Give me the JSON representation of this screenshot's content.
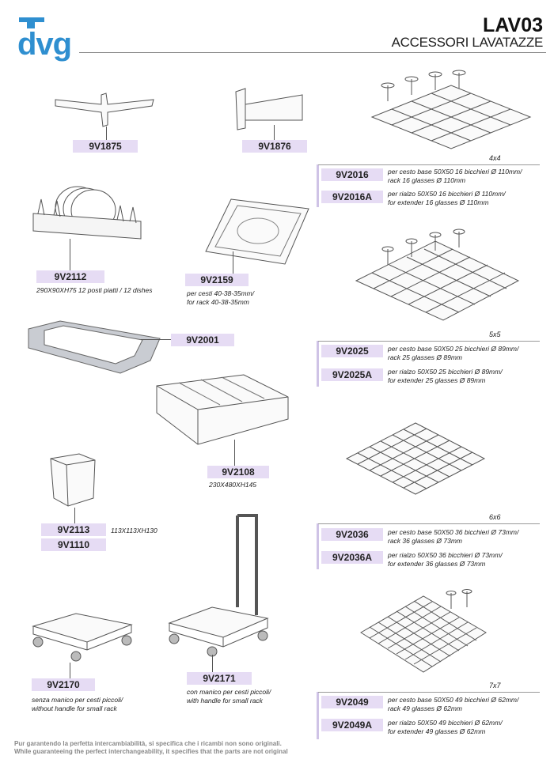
{
  "header": {
    "brand": "dvg",
    "code": "LAV03",
    "title": "ACCESSORI LAVATAZZE"
  },
  "colors": {
    "brand_blue": "#2f8fd0",
    "code_bg": "#e6dcf4"
  },
  "left_items": {
    "i9V1875": {
      "code": "9V1875"
    },
    "i9V1876": {
      "code": "9V1876"
    },
    "i9V2112": {
      "code": "9V2112",
      "desc": "290X90XH75 12 posti piatti / 12 dishes"
    },
    "i9V2159": {
      "code": "9V2159",
      "desc1": "per cesti 40-38-35mm/",
      "desc2": "for rack 40-38-35mm"
    },
    "i9V2001": {
      "code": "9V2001"
    },
    "i9V2108": {
      "code": "9V2108",
      "desc": "230X480XH145"
    },
    "i9V2113": {
      "code": "9V2113",
      "desc": "113X113XH130"
    },
    "i9V1110": {
      "code": "9V1110"
    },
    "i9V2170": {
      "code": "9V2170",
      "desc1": "senza manico per cesti piccoli/",
      "desc2": "without handle for small rack"
    },
    "i9V2171": {
      "code": "9V2171",
      "desc1": "con manico per cesti piccoli/",
      "desc2": "with handle for small rack"
    }
  },
  "grids": [
    {
      "label": "4x4",
      "rows": [
        {
          "code": "9V2016",
          "l1": "per cesto base 50X50 16 bicchieri Ø 110mm/",
          "l2": "rack 16 glasses Ø 110mm"
        },
        {
          "code": "9V2016A",
          "l1": "per rialzo 50X50 16 bicchieri Ø 110mm/",
          "l2": "for extender 16 glasses Ø 110mm"
        }
      ]
    },
    {
      "label": "5x5",
      "rows": [
        {
          "code": "9V2025",
          "l1": "per cesto base 50X50 25 bicchieri Ø 89mm/",
          "l2": "rack 25 glasses Ø 89mm"
        },
        {
          "code": "9V2025A",
          "l1": "per rialzo 50X50 25 bicchieri Ø 89mm/",
          "l2": "for extender 25 glasses Ø 89mm"
        }
      ]
    },
    {
      "label": "6x6",
      "rows": [
        {
          "code": "9V2036",
          "l1": "per cesto base 50X50 36 bicchieri Ø 73mm/",
          "l2": "rack 36 glasses Ø 73mm"
        },
        {
          "code": "9V2036A",
          "l1": "per rialzo 50X50 36 bicchieri Ø 73mm/",
          "l2": "for extender 36 glasses Ø 73mm"
        }
      ]
    },
    {
      "label": "7x7",
      "rows": [
        {
          "code": "9V2049",
          "l1": "per cesto base 50X50 49 bicchieri Ø 62mm/",
          "l2": "rack 49 glasses Ø 62mm"
        },
        {
          "code": "9V2049A",
          "l1": "per rialzo 50X50 49 bicchieri Ø 62mm/",
          "l2": "for extender 49 glasses Ø 62mm"
        }
      ]
    }
  ],
  "footer": {
    "line1": "Pur garantendo la perfetta intercambiabilità, si specifica che i ricambi non sono originali.",
    "line2": "While guaranteeing the perfect interchangeability, it specifies that the parts are not original"
  }
}
